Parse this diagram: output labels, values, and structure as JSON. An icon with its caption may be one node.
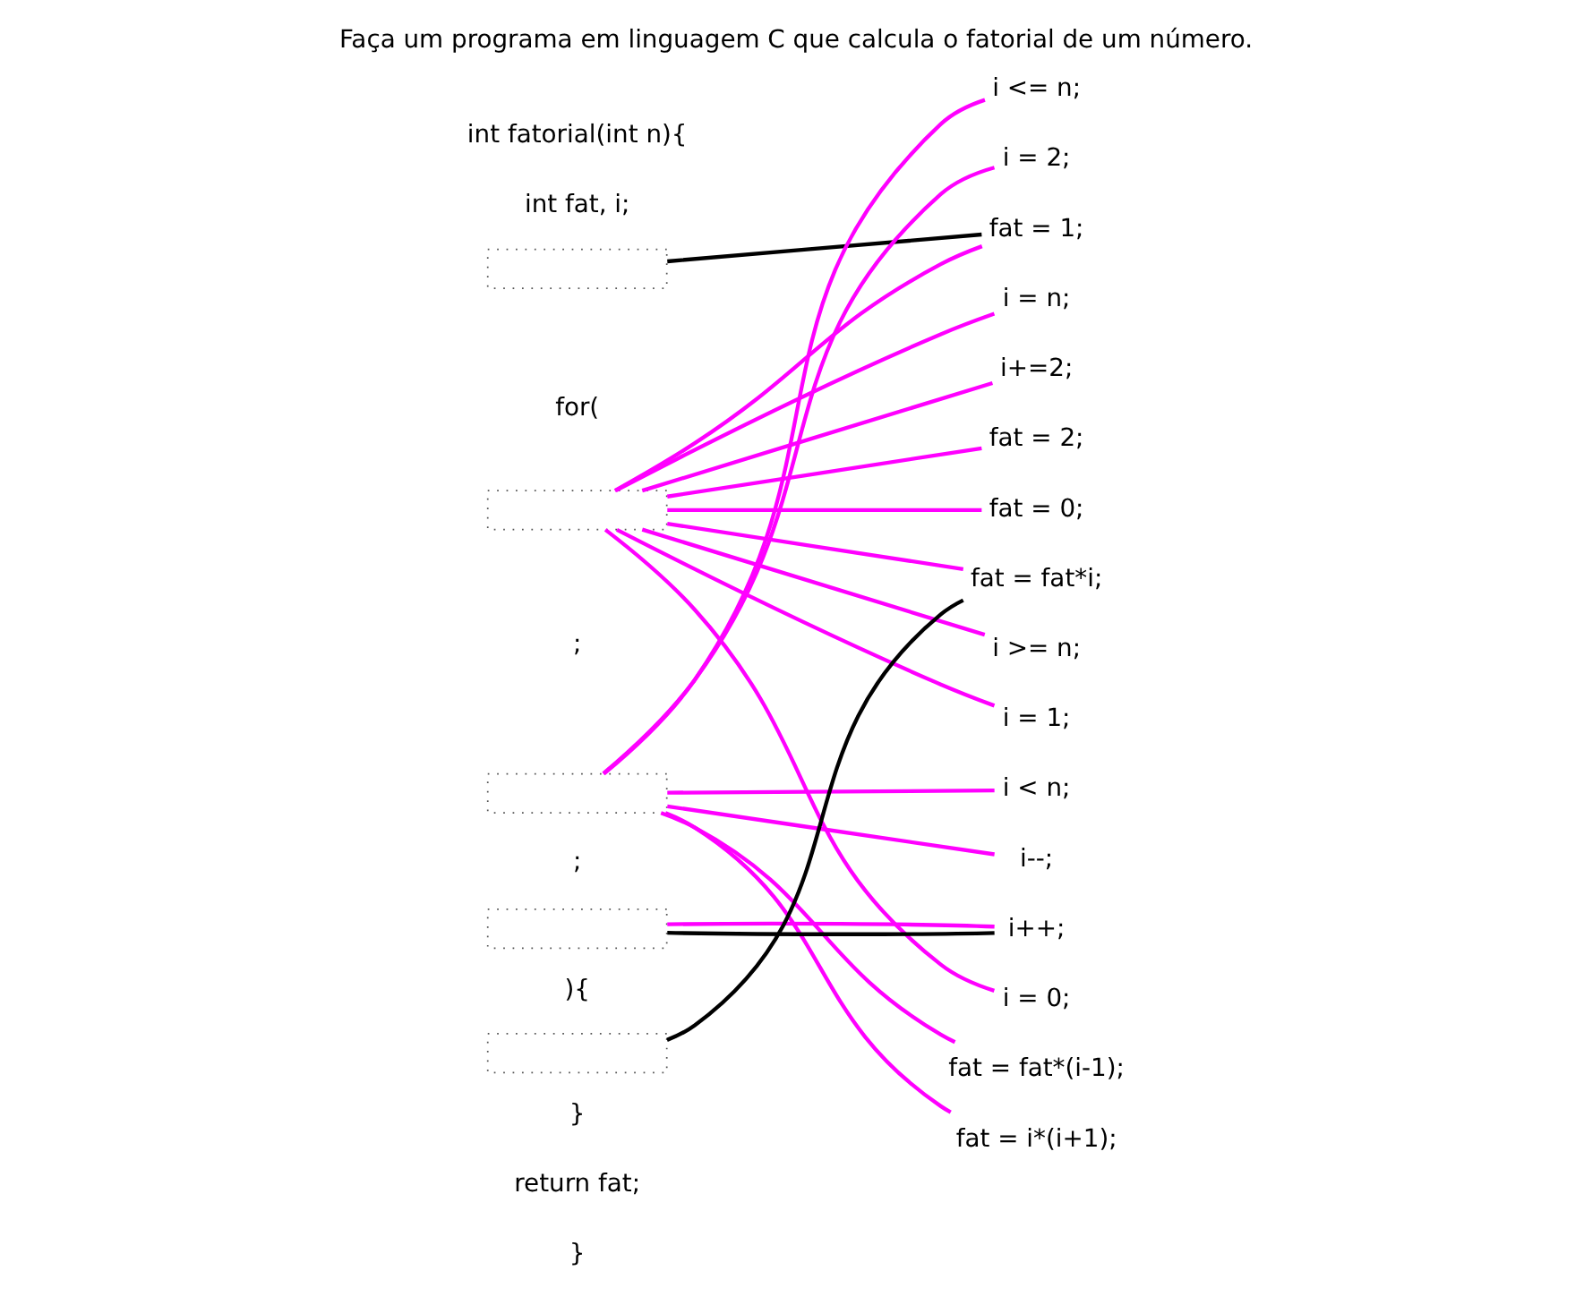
{
  "diagram": {
    "title": "Faça um programa em linguagem C que calcula o fatorial de um número.",
    "nodes": [
      {
        "text": [],
        "shape": "box"
      },
      {
        "text": [],
        "shape": "box"
      },
      {
        "text": [],
        "shape": "box"
      },
      {
        "text": [],
        "shape": "box"
      },
      {
        "text": [],
        "shape": "box"
      },
      {
        "text": [
          "i <= n;"
        ]
      },
      {
        "text": [
          "i = 2;"
        ]
      },
      {
        "text": [
          "fat = 1;"
        ]
      },
      {
        "text": [
          "i = n;"
        ]
      },
      {
        "text": [
          "i+=2;"
        ]
      },
      {
        "text": [
          "fat = 2;"
        ]
      },
      {
        "text": [
          "fat = 0;"
        ]
      },
      {
        "text": [
          "fat = fat*i;"
        ]
      },
      {
        "text": [
          "i >= n;"
        ]
      },
      {
        "text": [
          "i = 1;"
        ]
      },
      {
        "text": [
          "i < n;"
        ]
      },
      {
        "text": [
          "i--;"
        ]
      },
      {
        "text": [
          "i++;"
        ]
      },
      {
        "text": [
          "i = 0;"
        ]
      },
      {
        "text": [
          "fat = fat*(i-1);"
        ]
      },
      {
        "text": [
          "fat = i*(i+1);"
        ]
      }
    ],
    "edges": [
      {
        "from": 0,
        "to": 7,
        "arrow": "none",
        "color": "#000000"
      },
      {
        "from": 3,
        "to": 17,
        "arrow": "none",
        "color": "#000000"
      },
      {
        "from": 4,
        "to": 12,
        "arrow": "none",
        "color": "#000000"
      },
      {
        "from": 2,
        "to": 5,
        "arrow": "none"
      },
      {
        "from": 2,
        "to": 6,
        "arrow": "none"
      },
      {
        "from": 1,
        "to": 7,
        "arrow": "none"
      },
      {
        "from": 1,
        "to": 8,
        "arrow": "none"
      },
      {
        "from": 1,
        "to": 9,
        "arrow": "none"
      },
      {
        "from": 1,
        "to": 10,
        "arrow": "none"
      },
      {
        "from": 1,
        "to": 11,
        "arrow": "none"
      },
      {
        "from": 1,
        "to": 12,
        "arrow": "none"
      },
      {
        "from": 1,
        "to": 13,
        "arrow": "none"
      },
      {
        "from": 1,
        "to": 14,
        "arrow": "none"
      },
      {
        "from": 2,
        "to": 15,
        "arrow": "none"
      },
      {
        "from": 2,
        "to": 16,
        "arrow": "none"
      },
      {
        "from": 3,
        "to": 17,
        "arrow": "none"
      },
      {
        "from": 1,
        "to": 18,
        "arrow": "none"
      },
      {
        "from": 2,
        "to": 19,
        "arrow": "none"
      },
      {
        "from": 2,
        "to": 20,
        "arrow": "none"
      }
    ],
    "labels": [
      "int fatorial(int n){",
      "int fat, i;",
      "for(",
      ";",
      ";",
      "){",
      "}",
      "return fat;",
      "}"
    ]
  }
}
